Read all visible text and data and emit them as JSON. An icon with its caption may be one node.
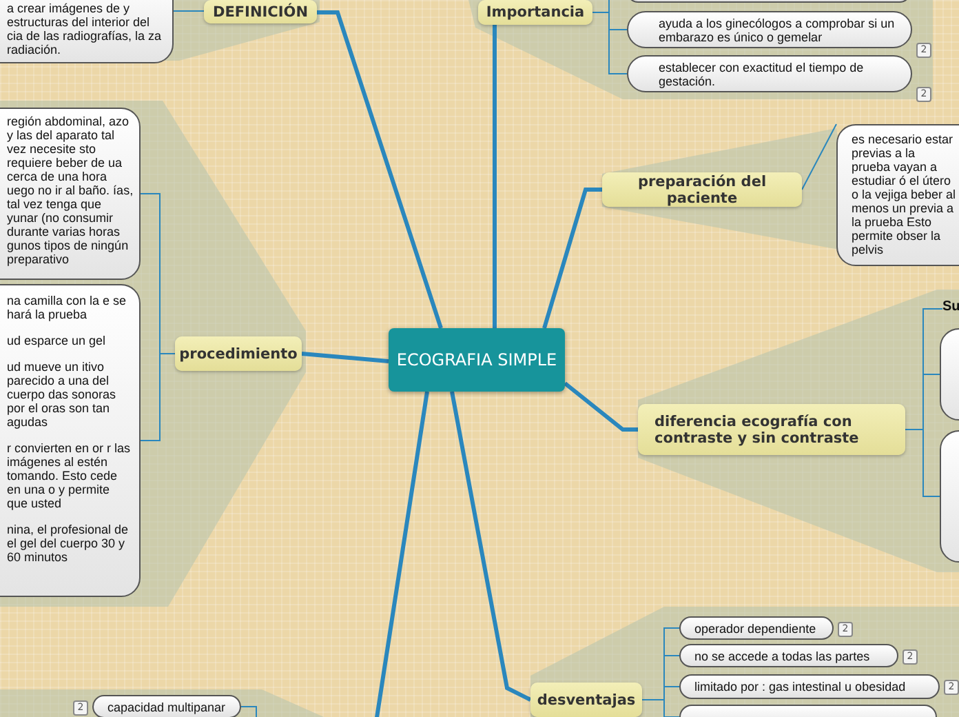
{
  "diagram": {
    "nodes": [
      {
        "text": [
          "ECOGRAFIA SIMPLE"
        ]
      },
      {
        "text": [
          "DEFINICIÓN"
        ]
      },
      {
        "text": [
          "a crear imágenes de y estructuras del interior del cia de las radiografías, la za radiación."
        ]
      },
      {
        "text": [
          "Importancia"
        ]
      },
      {
        "text": [],
        "shape": "box"
      },
      {
        "text": [
          "ayuda a los ginecólogos a comprobar si un embarazo es único o gemelar"
        ],
        "beside": [
          "2"
        ]
      },
      {
        "text": [
          "establecer con exactitud el tiempo de gestación."
        ],
        "beside": [
          "2"
        ]
      },
      {
        "text": [
          "preparación del paciente"
        ]
      },
      {
        "text": [
          "es necesario estar previas a la prueba vayan a estudiar ó el útero o la vejiga beber al menos un previa a la prueba Esto permite obser la pelvis"
        ]
      },
      {
        "text": [
          "procedimiento"
        ]
      },
      {
        "text": [
          "región abdominal, azo y las del aparato tal vez necesite sto requiere beber de ua cerca de una hora uego no ir al baño. ías, tal vez tenga que yunar (no consumir durante varias horas gunos tipos de ningún preparativo"
        ]
      },
      {
        "text": [
          "na camilla con la e se hará la prueba",
          "ud esparce un gel",
          "ud mueve un itivo parecido a una del cuerpo das sonoras por el oras son tan agudas",
          "r convierten en or r las imágenes al estén tomando. Esto cede en una o y permite que usted",
          "nina, el profesional de el gel del cuerpo 30 y 60 minutos"
        ]
      },
      {
        "text": [
          "diferencia ecografía con contraste y sin contraste"
        ]
      },
      {
        "text": [
          "Su"
        ]
      },
      {
        "text": [],
        "shape": "box"
      },
      {
        "text": [],
        "shape": "box"
      },
      {
        "text": [
          "desventajas"
        ]
      },
      {
        "text": [
          "operador dependiente"
        ],
        "beside": [
          "2"
        ]
      },
      {
        "text": [
          "no se accede a todas las partes"
        ],
        "beside": [
          "2"
        ]
      },
      {
        "text": [
          "limitado por : gas intestinal u obesidad"
        ],
        "beside": [
          "2"
        ]
      },
      {
        "text": [],
        "shape": "box"
      },
      {
        "text": [
          "capacidad multipanar"
        ],
        "beside": [
          "2"
        ]
      }
    ],
    "edges": [
      {
        "from": 0,
        "to": 1,
        "arrow": "none",
        "style": "thick"
      },
      {
        "from": 0,
        "to": 3,
        "arrow": "none",
        "style": "thick"
      },
      {
        "from": 0,
        "to": 7,
        "arrow": "none",
        "style": "thick"
      },
      {
        "from": 0,
        "to": 9,
        "arrow": "none",
        "style": "thick"
      },
      {
        "from": 0,
        "to": 12,
        "arrow": "none",
        "style": "thick"
      },
      {
        "from": 0,
        "to": 16,
        "arrow": "none",
        "style": "thick"
      },
      {
        "from": 0,
        "to": null,
        "arrow": "none",
        "style": "thick"
      },
      {
        "from": 1,
        "to": 2,
        "arrow": "none"
      },
      {
        "from": 3,
        "to": 4,
        "arrow": "none"
      },
      {
        "from": 3,
        "to": 5,
        "arrow": "none"
      },
      {
        "from": 3,
        "to": 6,
        "arrow": "none"
      },
      {
        "from": 7,
        "to": 8,
        "arrow": "none"
      },
      {
        "from": 9,
        "to": 10,
        "arrow": "none"
      },
      {
        "from": 9,
        "to": 11,
        "arrow": "none"
      },
      {
        "from": 12,
        "to": 13,
        "arrow": "none"
      },
      {
        "from": 12,
        "to": 14,
        "arrow": "none"
      },
      {
        "from": 12,
        "to": 15,
        "arrow": "none"
      },
      {
        "from": 16,
        "to": 17,
        "arrow": "none"
      },
      {
        "from": 16,
        "to": 18,
        "arrow": "none"
      },
      {
        "from": 16,
        "to": 19,
        "arrow": "none"
      },
      {
        "from": 16,
        "to": 20,
        "arrow": "none"
      },
      {
        "from": null,
        "to": 21,
        "arrow": "none"
      }
    ]
  }
}
